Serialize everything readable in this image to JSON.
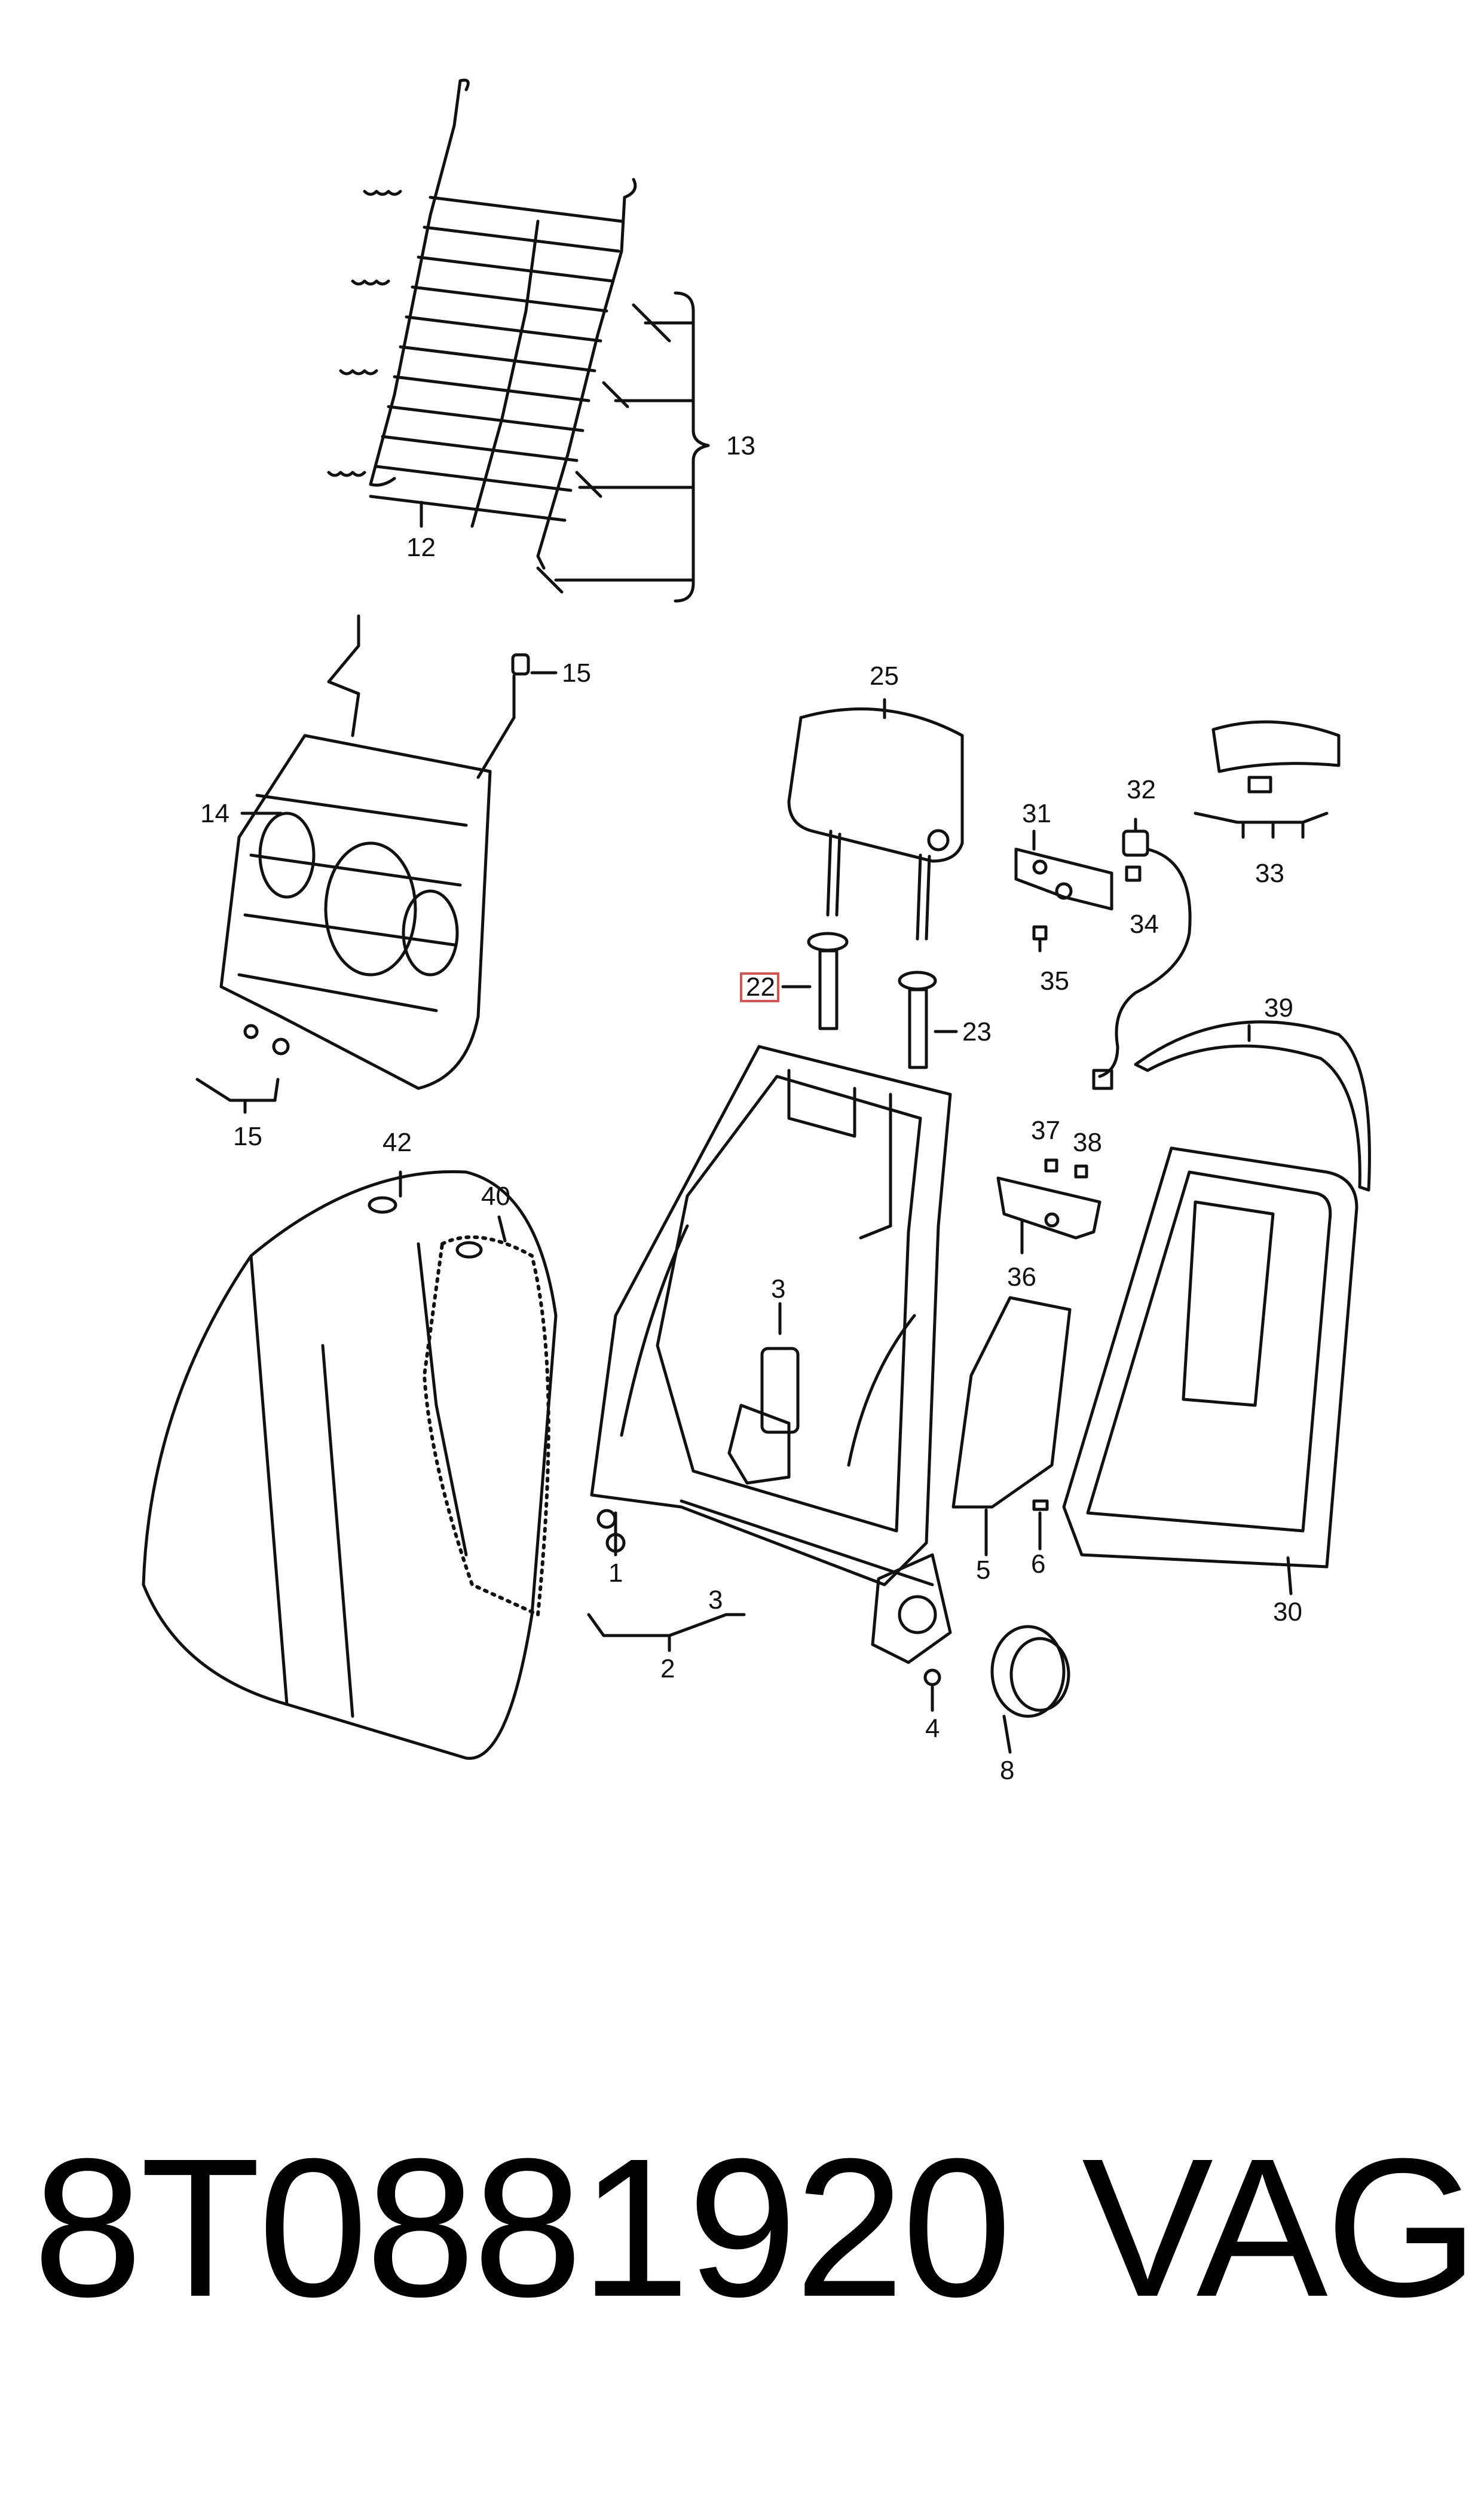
{
  "callouts": {
    "c1": "1",
    "c2": "2",
    "c3a": "3",
    "c3b": "3",
    "c4": "4",
    "c5": "5",
    "c6": "6",
    "c8": "8",
    "c12": "12",
    "c13": "13",
    "c14": "14",
    "c15a": "15",
    "c15b": "15",
    "c22": "22",
    "c23": "23",
    "c25": "25",
    "c30": "30",
    "c31": "31",
    "c32": "32",
    "c33": "33",
    "c34": "34",
    "c35": "35",
    "c36": "36",
    "c37": "37",
    "c38": "38",
    "c39": "39",
    "c40": "40",
    "c42": "42"
  },
  "highlight_color": "#d9534f",
  "footer": {
    "part_number": "8T0881920",
    "brand": "VAG"
  }
}
